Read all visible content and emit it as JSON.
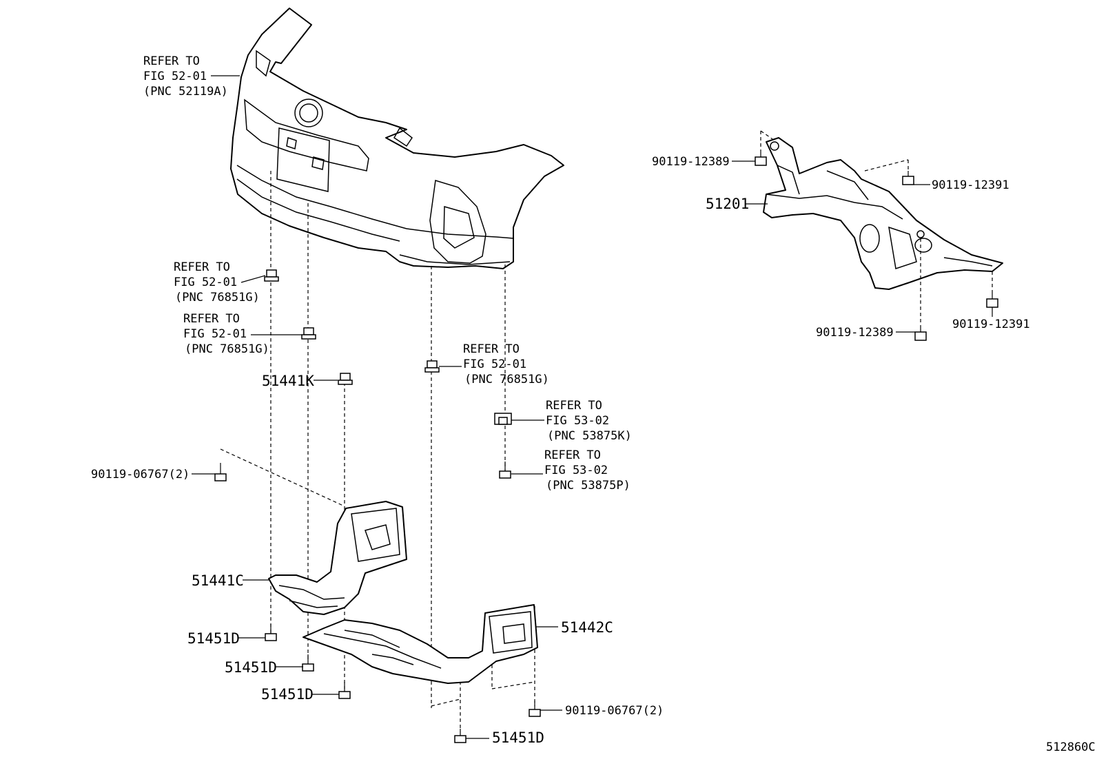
{
  "labels": {
    "bumper_ref": [
      "REFER TO",
      "FIG 52-01",
      "(PNC 52119A)"
    ],
    "clip_ref_1": [
      "REFER TO",
      "FIG 52-01",
      "(PNC 76851G)"
    ],
    "clip_ref_2": [
      "REFER TO",
      "FIG 52-01",
      "(PNC 76851G)"
    ],
    "clip_ref_3": [
      "REFER TO",
      "FIG 52-01",
      "(PNC 76851G)"
    ],
    "nut_ref": [
      "REFER TO",
      "FIG 53-02",
      "(PNC 53875K)"
    ],
    "screw_ref": [
      "REFER TO",
      "FIG 53-02",
      "(PNC 53875P)"
    ],
    "p_51441K": "51441K",
    "p_90119_06767_left": "90119-06767(2)",
    "p_51441C": "51441C",
    "p_51451D_1": "51451D",
    "p_51451D_2": "51451D",
    "p_51451D_3": "51451D",
    "p_51451D_4": "51451D",
    "p_51442C": "51442C",
    "p_90119_06767_right": "90119-06767(2)",
    "p_90119_12389_top": "90119-12389",
    "p_90119_12391_top": "90119-12391",
    "p_51201": "51201",
    "p_90119_12389_bottom": "90119-12389",
    "p_90119_12391_bottom": "90119-12391",
    "figure_code": "512860C"
  }
}
